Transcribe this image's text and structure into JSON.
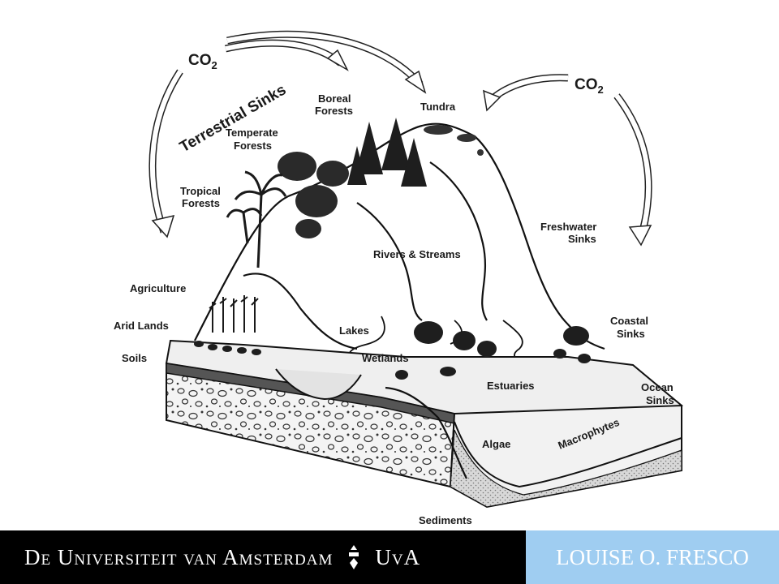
{
  "labels": {
    "co2_left_main": "CO",
    "co2_left_sub": "2",
    "co2_right_main": "CO",
    "co2_right_sub": "2",
    "terrestrial_sinks": "Terrestrial Sinks",
    "boreal_forests_1": "Boreal",
    "boreal_forests_2": "Forests",
    "tundra": "Tundra",
    "temperate_forests_1": "Temperate",
    "temperate_forests_2": "Forests",
    "tropical_forests_1": "Tropical",
    "tropical_forests_2": "Forests",
    "freshwater_sinks_1": "Freshwater",
    "freshwater_sinks_2": "Sinks",
    "rivers_streams": "Rivers & Streams",
    "agriculture": "Agriculture",
    "arid_lands": "Arid Lands",
    "soils": "Soils",
    "lakes": "Lakes",
    "wetlands": "Wetlands",
    "coastal_sinks_1": "Coastal",
    "coastal_sinks_2": "Sinks",
    "estuaries": "Estuaries",
    "ocean_sinks_1": "Ocean",
    "ocean_sinks_2": "Sinks",
    "macrophytes": "Macrophytes",
    "algae": "Algae",
    "sediments": "Sediments"
  },
  "footer": {
    "university_part1": "De Universiteit van Amsterdam",
    "university_part2": "UvA",
    "author": "LOUISE O. FRESCO"
  },
  "colors": {
    "footer_left_bg": "#000000",
    "footer_right_bg": "#9fcdf1",
    "footer_text": "#ffffff"
  }
}
